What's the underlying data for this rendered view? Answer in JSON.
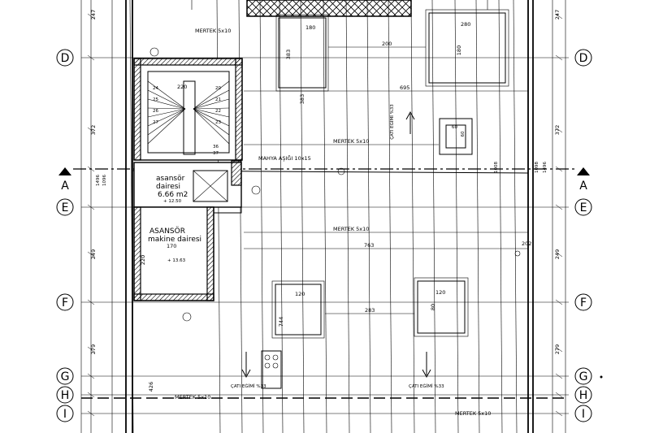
{
  "grid_axes": [
    {
      "id": "D",
      "label": "D"
    },
    {
      "id": "A",
      "label": "A"
    },
    {
      "id": "E",
      "label": "E"
    },
    {
      "id": "F",
      "label": "F"
    },
    {
      "id": "G",
      "label": "G"
    },
    {
      "id": "H",
      "label": "H"
    },
    {
      "id": "I",
      "label": "I"
    }
  ],
  "side_dimensions": {
    "left": [
      "247",
      "372",
      "1496",
      "1096",
      "249",
      "279",
      "426"
    ],
    "right": [
      "247",
      "372",
      "1098",
      "1496",
      "249",
      "279"
    ]
  },
  "rooms": {
    "elevator_room": {
      "name_line1": "asansör",
      "name_line2": "dairesi",
      "area": "6.66 m2",
      "level": "+ 12.50"
    },
    "machine_room": {
      "name_line1": "ASANSÖR",
      "name_line2": "makine dairesi",
      "width": "170",
      "height": "220",
      "level": "+ 13.63"
    }
  },
  "stair": {
    "width": "220",
    "labels": [
      "24",
      "25",
      "26",
      "27",
      "20",
      "21",
      "22",
      "23",
      "36",
      "37"
    ]
  },
  "roof": {
    "rafter_labels": [
      "MERTEK 5x10",
      "MERTEK 5x10",
      "MERTEK 5x10",
      "MERTEK 5x10",
      "MERTEK 5x10"
    ],
    "ridge_label": "MAHYA AŞIĞI 10x15",
    "slope_labels": [
      "ÇATI EĞİMİ %33",
      "ÇATI EĞİMİ %33",
      "ÇATI EĞİMİ %33"
    ],
    "openings": [
      {
        "w": "180",
        "h": "383"
      },
      {
        "w": "280",
        "h": "180"
      },
      {
        "w": "60",
        "h": "60"
      },
      {
        "w": "120",
        "h": "744"
      },
      {
        "w": "120",
        "h": "80"
      }
    ],
    "dims": [
      "200",
      "695",
      "763",
      "283",
      "1008",
      "202"
    ]
  },
  "colors": {
    "ink": "#000000",
    "paper": "#ffffff"
  }
}
